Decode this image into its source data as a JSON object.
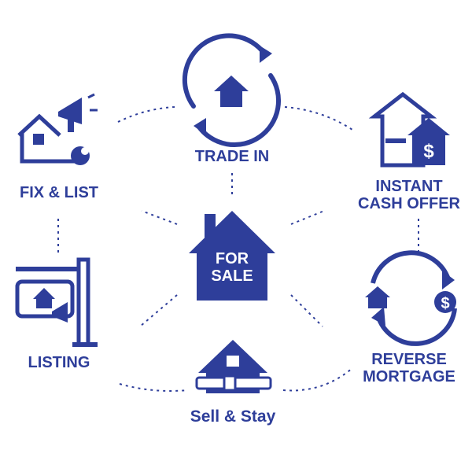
{
  "colors": {
    "primary": "#2e3e9a",
    "background": "#ffffff"
  },
  "center": {
    "icon": "for-sale-house-icon",
    "line1": "FOR",
    "line2": "SALE"
  },
  "options": {
    "trade_in": {
      "label": "TRADE IN",
      "icon": "house-cycle-arrows-icon"
    },
    "fix_list": {
      "label": "FIX & LIST",
      "icon": "house-megaphone-wrench-icon"
    },
    "instant_cash": {
      "line1": "INSTANT",
      "line2": "CASH OFFER",
      "icon": "houses-dollar-icon"
    },
    "listing": {
      "label": "LISTING",
      "icon": "listing-sign-icon"
    },
    "reverse_mortgage": {
      "line1": "REVERSE",
      "line2": "MORTGAGE",
      "icon": "house-dollar-cycle-icon"
    },
    "sell_stay": {
      "label": "Sell & Stay",
      "icon": "house-belt-icon"
    }
  }
}
